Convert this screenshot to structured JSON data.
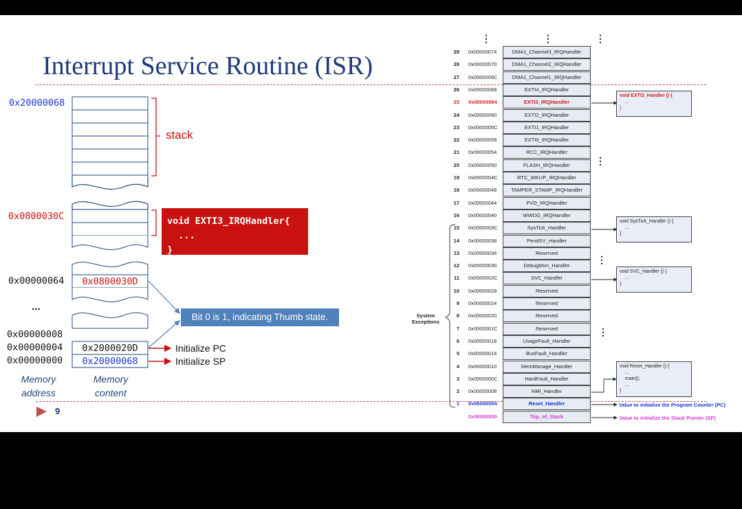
{
  "slide": {
    "title": "Interrupt Service Routine (ISR)",
    "page_number": "9"
  },
  "memory": {
    "addr_stack_top": "0x20000068",
    "stack_label": "stack",
    "addr_handler": "0x0800030C",
    "handler_code": [
      "void EXTI3_IRQHandler{",
      "  ...",
      "}"
    ],
    "addr_vector_entry": "0x00000064",
    "vector_entry_value": "0x0800030D",
    "ellipsis": "...",
    "addr_8": "0x00000008",
    "addr_4": "0x00000004",
    "value_4": "0x2000020D",
    "addr_0": "0x00000000",
    "value_0": "0x20000068",
    "init_pc": "Initialize PC",
    "init_sp": "Initialize SP",
    "callout": "Bit 0 is 1, indicating Thumb state.",
    "col_label_address": [
      "Memory",
      "address"
    ],
    "col_label_content": [
      "Memory",
      "content"
    ]
  },
  "vector_table": {
    "system_exceptions_label": [
      "System",
      "Exceptions"
    ],
    "rows": [
      {
        "num": "29",
        "addr": "0x00000074",
        "name": "DMA1_Channel3_IRQHandler"
      },
      {
        "num": "28",
        "addr": "0x00000070",
        "name": "DMA1_Channel2_IRQHandler"
      },
      {
        "num": "27",
        "addr": "0x0000006C",
        "name": "DMA1_Channel1_IRQHandler"
      },
      {
        "num": "26",
        "addr": "0x00000068",
        "name": "EXTI4_IRQHandler"
      },
      {
        "num": "25",
        "addr": "0x00000064",
        "name": "EXTI3_IRQHandler",
        "highlight": "red"
      },
      {
        "num": "24",
        "addr": "0x00000060",
        "name": "EXTI2_IRQHandler"
      },
      {
        "num": "23",
        "addr": "0x0000005C",
        "name": "EXTI1_IRQHandler"
      },
      {
        "num": "22",
        "addr": "0x00000058",
        "name": "EXTI0_IRQHandler"
      },
      {
        "num": "21",
        "addr": "0x00000054",
        "name": "RCC_IRQHandler"
      },
      {
        "num": "20",
        "addr": "0x00000050",
        "name": "FLASH_IRQHandler"
      },
      {
        "num": "19",
        "addr": "0x0000004C",
        "name": "RTC_WKUP_IRQHandler"
      },
      {
        "num": "18",
        "addr": "0x00000048",
        "name": "TAMPER_STAMP_IRQHandler"
      },
      {
        "num": "17",
        "addr": "0x00000044",
        "name": "PVD_IRQHandler"
      },
      {
        "num": "16",
        "addr": "0x00000040",
        "name": "WWDG_IRQHandler"
      },
      {
        "num": "15",
        "addr": "0x0000003C",
        "name": "SysTick_Handler"
      },
      {
        "num": "14",
        "addr": "0x00000038",
        "name": "PendSV_Handler"
      },
      {
        "num": "13",
        "addr": "0x00000034",
        "name": "Reserved"
      },
      {
        "num": "12",
        "addr": "0x00000030",
        "name": "DebugMon_Handler"
      },
      {
        "num": "11",
        "addr": "0x0000002C",
        "name": "SVC_Handler"
      },
      {
        "num": "10",
        "addr": "0x00000028",
        "name": "Reserved"
      },
      {
        "num": "9",
        "addr": "0x00000024",
        "name": "Reserved"
      },
      {
        "num": "8",
        "addr": "0x00000020",
        "name": "Reserved"
      },
      {
        "num": "7",
        "addr": "0x0000001C",
        "name": "Reserved"
      },
      {
        "num": "6",
        "addr": "0x00000018",
        "name": "UsageFault_Handler"
      },
      {
        "num": "5",
        "addr": "0x00000014",
        "name": "BusFault_Handler"
      },
      {
        "num": "4",
        "addr": "0x00000010",
        "name": "MemManage_Handler"
      },
      {
        "num": "3",
        "addr": "0x0000000C",
        "name": "HardFault_Handler"
      },
      {
        "num": "2",
        "addr": "0x00000008",
        "name": "NMI_Handler"
      },
      {
        "num": "1",
        "addr": "0x00000004",
        "name": "Reset_Handler",
        "highlight": "blue"
      },
      {
        "num": "",
        "addr": "0x00000000",
        "name": "Top_of_Stack",
        "highlight": "magenta"
      }
    ],
    "handler_exti3": [
      "void EXTI3_Handler () {",
      "    ...",
      "}"
    ],
    "handler_systick": [
      "void SysTick_Handler () {",
      "    ...",
      "}"
    ],
    "handler_svc": [
      "void SVC_Handler () {",
      "    ...",
      "}"
    ],
    "handler_reset": [
      "void Reset_Handler () {",
      "    ...",
      "    main();",
      "    ...",
      "}"
    ],
    "note_pc": "Value to initialize the Program Counter (PC)",
    "note_sp": "Value to initialize the Stack Pointer (SP)",
    "vdots": "⋮"
  },
  "colors": {
    "title": "#1f3a78",
    "red": "#c9110f",
    "blue": "#1a35d6",
    "magenta": "#d63ad6",
    "callout": "#4f81bd",
    "cell_border": "#1f497d"
  }
}
